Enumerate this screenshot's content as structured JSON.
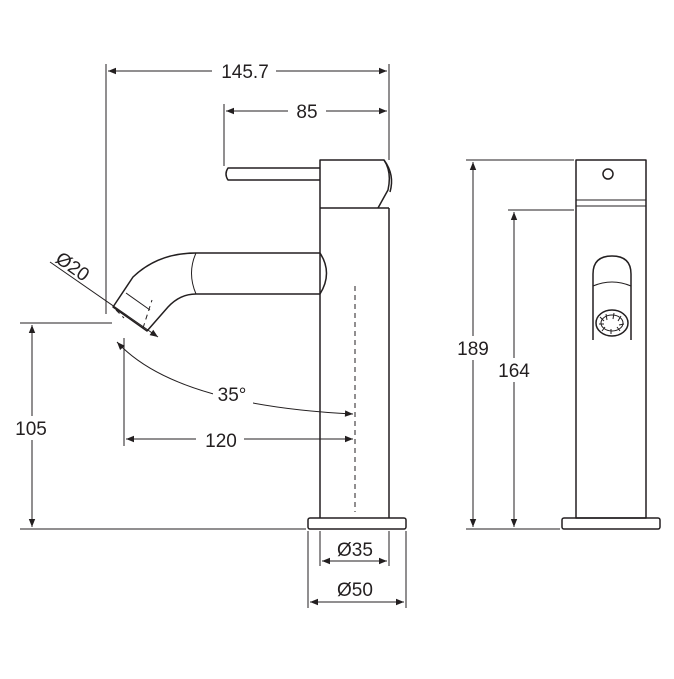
{
  "dimensions": {
    "overall_reach": "145.7",
    "lever_reach": "85",
    "spout_diameter": "Ø20",
    "spout_height": "105",
    "spout_angle": "35°",
    "spout_projection": "120",
    "overall_height": "189",
    "body_height": "164",
    "body_diameter": "Ø35",
    "base_diameter": "Ø50"
  }
}
